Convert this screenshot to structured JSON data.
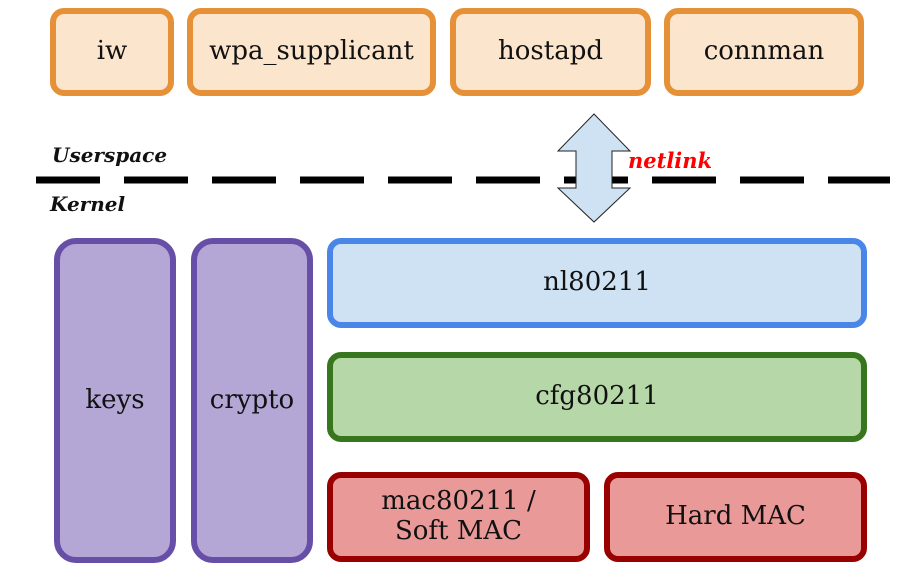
{
  "userspace": {
    "label": "Userspace",
    "tools": [
      {
        "label": "iw"
      },
      {
        "label": "wpa_supplicant"
      },
      {
        "label": "hostapd"
      },
      {
        "label": "connman"
      }
    ]
  },
  "boundary": {
    "interface_label": "netlink"
  },
  "kernel": {
    "label": "Kernel",
    "side_modules": [
      {
        "label": "keys"
      },
      {
        "label": "crypto"
      }
    ],
    "nl80211": {
      "label": "nl80211"
    },
    "cfg80211": {
      "label": "cfg80211"
    },
    "drivers": [
      {
        "label": "mac80211 /\nSoft MAC"
      },
      {
        "label": "Hard MAC"
      }
    ]
  },
  "colors": {
    "userspace_fill": "#fce5cd",
    "userspace_border": "#e69138",
    "side_fill": "#b4a7d6",
    "side_border": "#674ea7",
    "nl80211_fill": "#cfe2f3",
    "nl80211_border": "#4a86e8",
    "cfg80211_fill": "#b6d7a8",
    "cfg80211_border": "#38761d",
    "driver_fill": "#ea9999",
    "driver_border": "#990000",
    "netlink_text": "#ff0000"
  }
}
